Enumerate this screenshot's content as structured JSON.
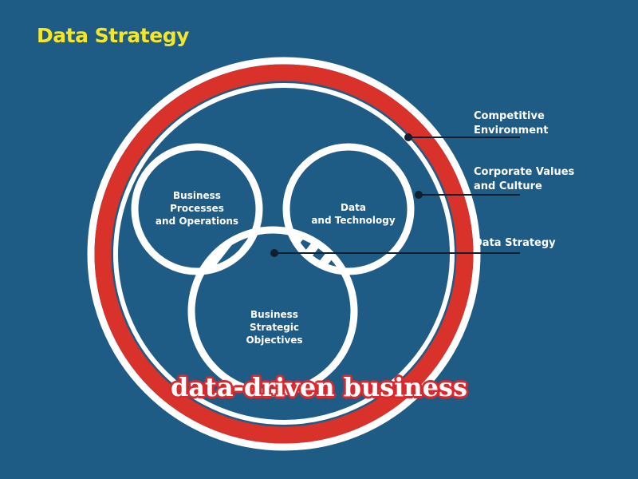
{
  "title": "Data Strategy",
  "callouts": {
    "competitive": "Competitive\nEnvironment",
    "corporate": "Corporate Values\nand Culture",
    "strategy": "Data Strategy"
  },
  "sets": {
    "processes": "Business\nProcesses\nand Operations",
    "technology": "Data\nand Technology",
    "objectives": "Business\nStrategic\nObjectives"
  },
  "caption": "data-driven business",
  "colors": {
    "background": "#1e5b85",
    "outer_ring": "#d9322a",
    "ring_white": "#ffffff",
    "title": "#f4e62a",
    "leader_line": "#0f1f2e"
  }
}
